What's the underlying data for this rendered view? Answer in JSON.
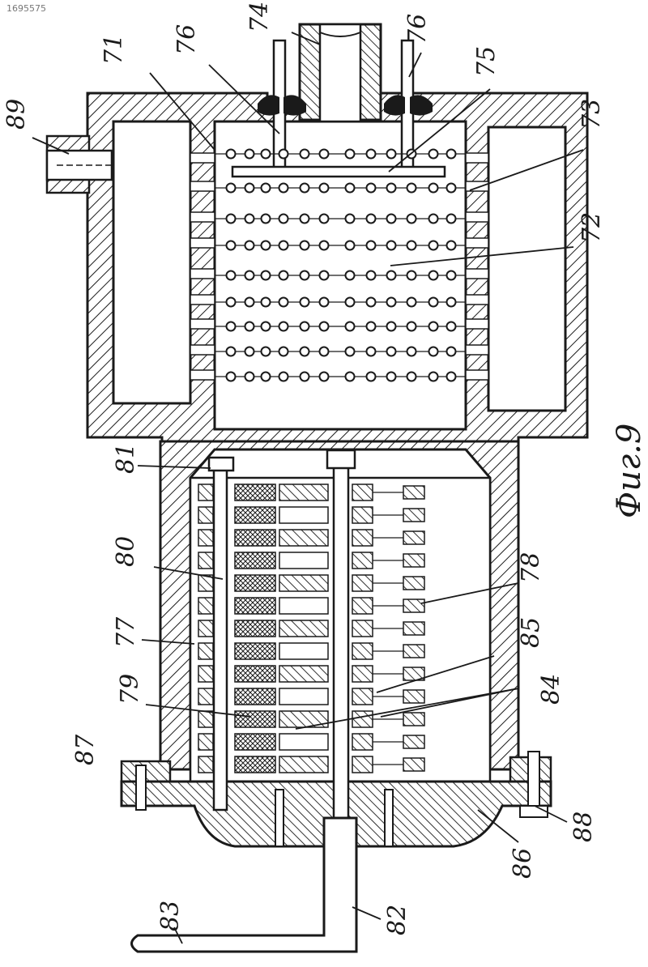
{
  "figure_caption": "Фиг.9",
  "corner_mark": "1695575",
  "labels": {
    "l71": "71",
    "l72": "72",
    "l73": "73",
    "l74": "74",
    "l75": "75",
    "l76a": "76",
    "l76b": "76",
    "l77": "77",
    "l78": "78",
    "l79": "79",
    "l80": "80",
    "l81": "81",
    "l82": "82",
    "l83": "83",
    "l84": "84",
    "l85": "85",
    "l86": "86",
    "l87": "87",
    "l88": "88",
    "l89": "89"
  },
  "colors": {
    "ink": "#1a1a1a",
    "paper": "#ffffff"
  }
}
